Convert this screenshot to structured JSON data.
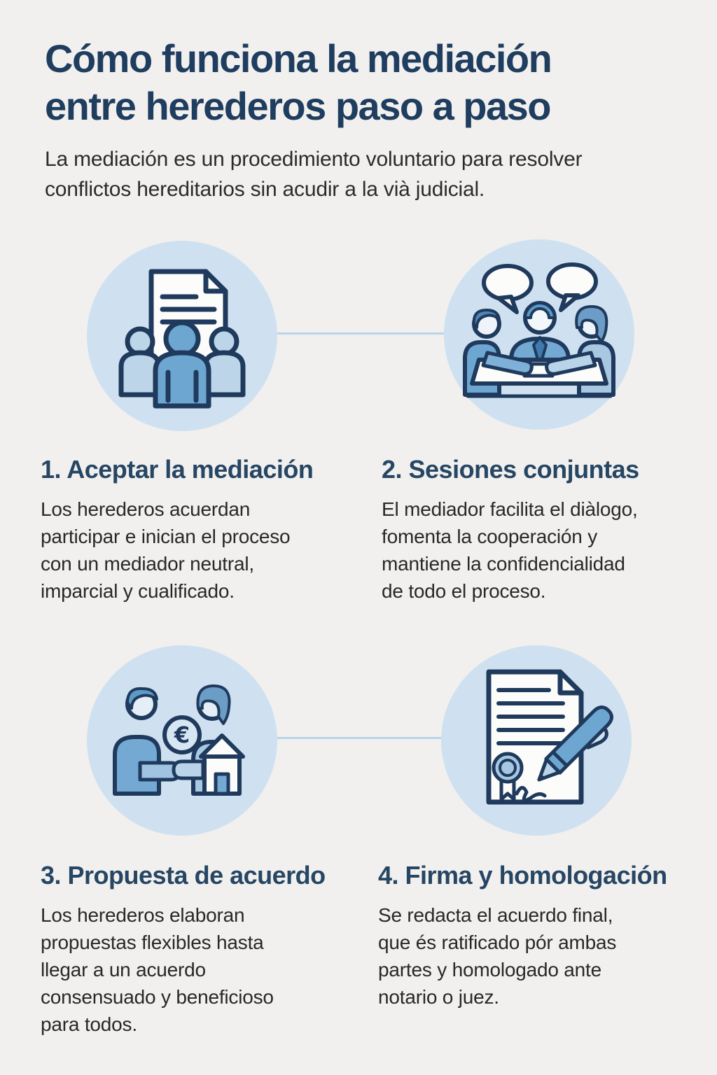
{
  "header": {
    "title": "Cómo funciona la mediación\nentre herederos paso a paso",
    "subtitle": "La mediación es un procedimiento voluntario para resolver\nconflictos hereditarios sin acudir a la vià judicial."
  },
  "steps": [
    {
      "heading": "1. Aceptar la mediación",
      "body": "Los herederos acuerdan\nparticipar e inician el proceso\ncon un mediador neutral,\nimparcial y cualificado.",
      "icon": "heirs-group-document-icon"
    },
    {
      "heading": "2. Sesiones conjuntas",
      "body": "El mediador facilita el diàlogo,\nfomenta la cooperación y\nmantiene la confidencialidad\nde todo el proceso.",
      "icon": "mediation-table-icon"
    },
    {
      "heading": "3. Propuesta de acuerdo",
      "body": "Los herederos elaboran\npropuestas flexibles hasta\nllegar a un acuerdo\nconsensuado y beneficioso\npara todos.",
      "icon": "euro-house-exchange-icon"
    },
    {
      "heading": "4. Firma y homologación",
      "body": "Se redacta el acuerdo final,\nque és ratificado pór ambas\npartes y homologado ante\nnotario o juez.",
      "icon": "signed-document-pen-icon"
    }
  ],
  "euro_symbol": "€",
  "colors": {
    "background": "#f1f0ee",
    "title_navy": "#1f3d5f",
    "heading_navy": "#264663",
    "body_text": "#282828",
    "circle_fill": "#cfe1f0",
    "connector": "#b9d4e8",
    "outline_navy": "#1f3a5c",
    "blue_mid": "#6ea6d2",
    "blue_light": "#b9d3e8",
    "white": "#fcfcfb"
  }
}
